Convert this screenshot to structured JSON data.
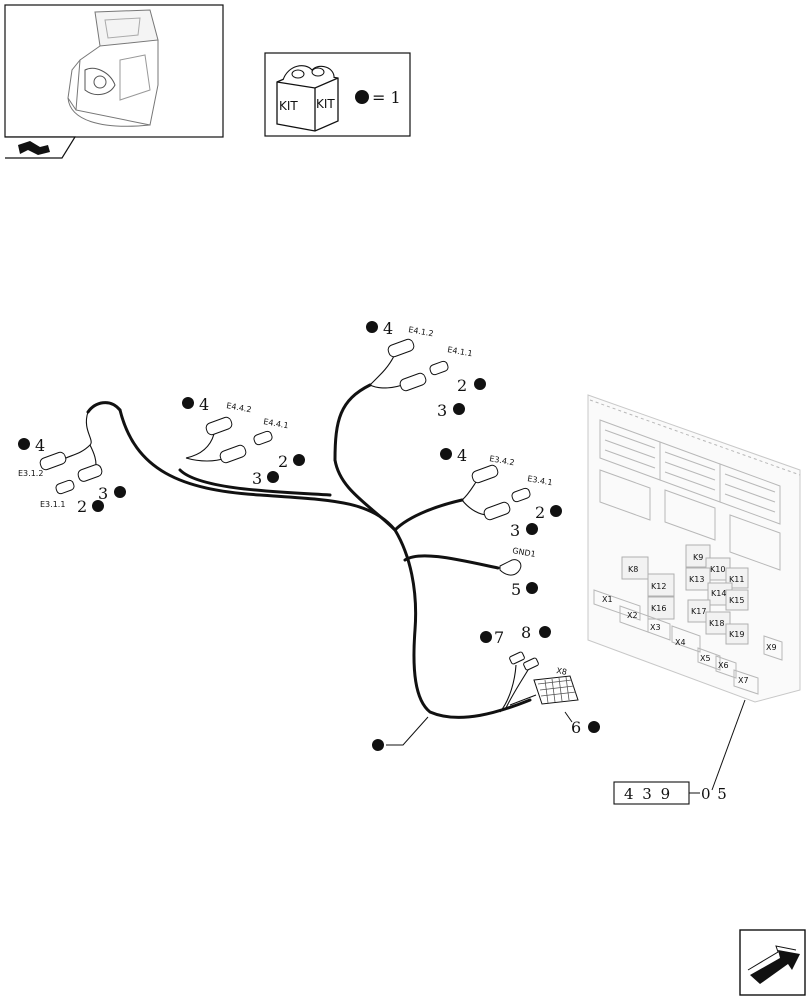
{
  "kit_box": {
    "kit_left": "KIT",
    "kit_right": "KIT",
    "legend": "= 1"
  },
  "connectors": [
    {
      "id": "E3.1.2",
      "label": "E3.1.2"
    },
    {
      "id": "E3.1.1",
      "label": "E3.1.1"
    },
    {
      "id": "E4.4.2",
      "label": "E4.4.2"
    },
    {
      "id": "E4.4.1",
      "label": "E4.4.1"
    },
    {
      "id": "E4.1.2",
      "label": "E4.1.2"
    },
    {
      "id": "E4.1.1",
      "label": "E4.1.1"
    },
    {
      "id": "E3.4.2",
      "label": "E3.4.2"
    },
    {
      "id": "E3.4.1",
      "label": "E3.4.1"
    },
    {
      "id": "GND1",
      "label": "GND1"
    },
    {
      "id": "X8",
      "label": "X8"
    }
  ],
  "callouts": {
    "c4a": "4",
    "c3a": "3",
    "c2a": "2",
    "c4b": "4",
    "c3b": "3",
    "c2b": "2",
    "c4c": "4",
    "c3c": "3",
    "c2c": "2",
    "c4d": "4",
    "c3d": "3",
    "c2d": "2",
    "c5": "5",
    "c6": "6",
    "c7": "7",
    "c8": "8"
  },
  "fusebox": {
    "relays": [
      "K8",
      "K9",
      "K10",
      "K11",
      "K12",
      "K13",
      "K14",
      "K15",
      "K16",
      "K17",
      "K18",
      "K19"
    ],
    "connectors": [
      "X1",
      "X2",
      "X3",
      "X4",
      "X5",
      "X6",
      "X7",
      "X9"
    ]
  },
  "reference": {
    "code": "4 3 9",
    "suffix": "0 5"
  }
}
